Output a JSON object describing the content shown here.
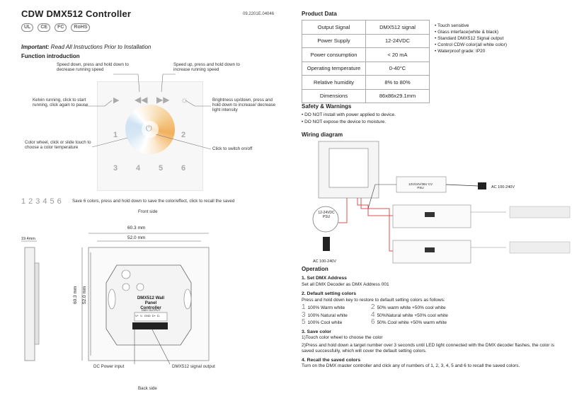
{
  "title": "CDW DMX512 Controller",
  "doc_number": "09.2201E.04046",
  "certifications": [
    "UL",
    "CE",
    "FC",
    "RoHS"
  ],
  "important": {
    "label": "Important:",
    "text": "Read All Instructions Prior to Installation"
  },
  "function_intro": {
    "heading": "Function introduction",
    "speed_down": "Speed down, press and hold down to decrease running speed",
    "speed_up": "Speed up, press and hold down to increase running speed",
    "kelvin": "Kelvin running, click to start running, click again to pause",
    "brightness": "Brightness up/down, press and hold down to increase/ decrease light intensity",
    "color_wheel": "Color wheel, click or slide touch to choose a color temperature",
    "switch": "Click to switch on/off",
    "panel_numbers": [
      "1",
      "2",
      "3",
      "4",
      "5",
      "6"
    ],
    "save_numbers": [
      "1",
      "2",
      "3",
      "4",
      "5",
      "6"
    ],
    "save_text": "Save 6 colors, press and hold down to save the color/effect, click to recall the saved",
    "front_side": "Front side"
  },
  "back": {
    "dim_60_3": "60.3 mm",
    "dim_52": "52.0 mm",
    "dim_19_4": "19.4mm",
    "v_60_3": "60.3 mm",
    "v_52": "52.0 mm",
    "label_line1": "DMX512 Wall",
    "label_line2": "Panel Controller",
    "dmx_output": "DMX OUTPUT",
    "terminals": [
      "V+",
      "V-",
      "GND",
      "D+",
      "D-"
    ],
    "dc_power": "DC Power input",
    "dmx_signal": "DMX512 signal output",
    "back_side": "Back side"
  },
  "product_data": {
    "heading": "Product Data",
    "rows": [
      {
        "k": "Output Signal",
        "v": "DMX512 signal"
      },
      {
        "k": "Power Supply",
        "v": "12-24VDC"
      },
      {
        "k": "Power consumption",
        "v": "< 20 mA"
      },
      {
        "k": "Operating temperature",
        "v": "0-40°C"
      },
      {
        "k": "Relative humidity",
        "v": "8% to 80%"
      },
      {
        "k": "Dimensions",
        "v": "86x86x29.1mm"
      }
    ],
    "features": [
      "Touch sensitive",
      "Glass interface(white & black)",
      "Standard DMX512 Signal output",
      "Control CDW color(all white color)",
      "Waterproof grade: IP20"
    ]
  },
  "safety": {
    "heading": "Safety & Warnings",
    "items": [
      "DO NOT install with power applied to device.",
      "DO NOT expose the device to moisture."
    ]
  },
  "wiring": {
    "heading": "Wiring diagram",
    "psu_label": "12-24VDC PSU",
    "ac_left": "AC 100-240V",
    "ac_top": "AC 100-240V",
    "psu_top": "12V/24V/36V CV PSU"
  },
  "operation": {
    "heading": "Operation",
    "s1_title": "1. Set DMX Address",
    "s1_text": "Set all DMX Decoder as DMX Address 001",
    "s2_title": "2. Default setting colors",
    "s2_text": "Press and hold down   key to restore to default setting colors as follows:",
    "defaults": [
      {
        "n": "1",
        "t": "100% Warm white"
      },
      {
        "n": "2",
        "t": "50% warm white +50% cool white"
      },
      {
        "n": "3",
        "t": "100% Natural white"
      },
      {
        "n": "4",
        "t": "50%Natural white +50% cool white"
      },
      {
        "n": "5",
        "t": "100% Cool white"
      },
      {
        "n": "6",
        "t": "50% Cool white +50% warm white"
      }
    ],
    "s3_title": "3. Save color",
    "s3_line1": "1)Touch color wheel    to choose the color",
    "s3_line2": "2)Press and hold down a target number over 3 seconds until LED light connected with the DMX decoder flashes, the color is saved successfully, which will cover the default setting colors.",
    "s4_title": "4. Recall the saved colors",
    "s4_text": "Turn on the DMX master controller and click any of numbers of 1, 2, 3, 4, 5 and 6 to recall the saved colors."
  },
  "colors": {
    "accent_warm": "#f2b05e",
    "accent_cool": "#cfe3f3",
    "wire_red": "#d9534f"
  }
}
